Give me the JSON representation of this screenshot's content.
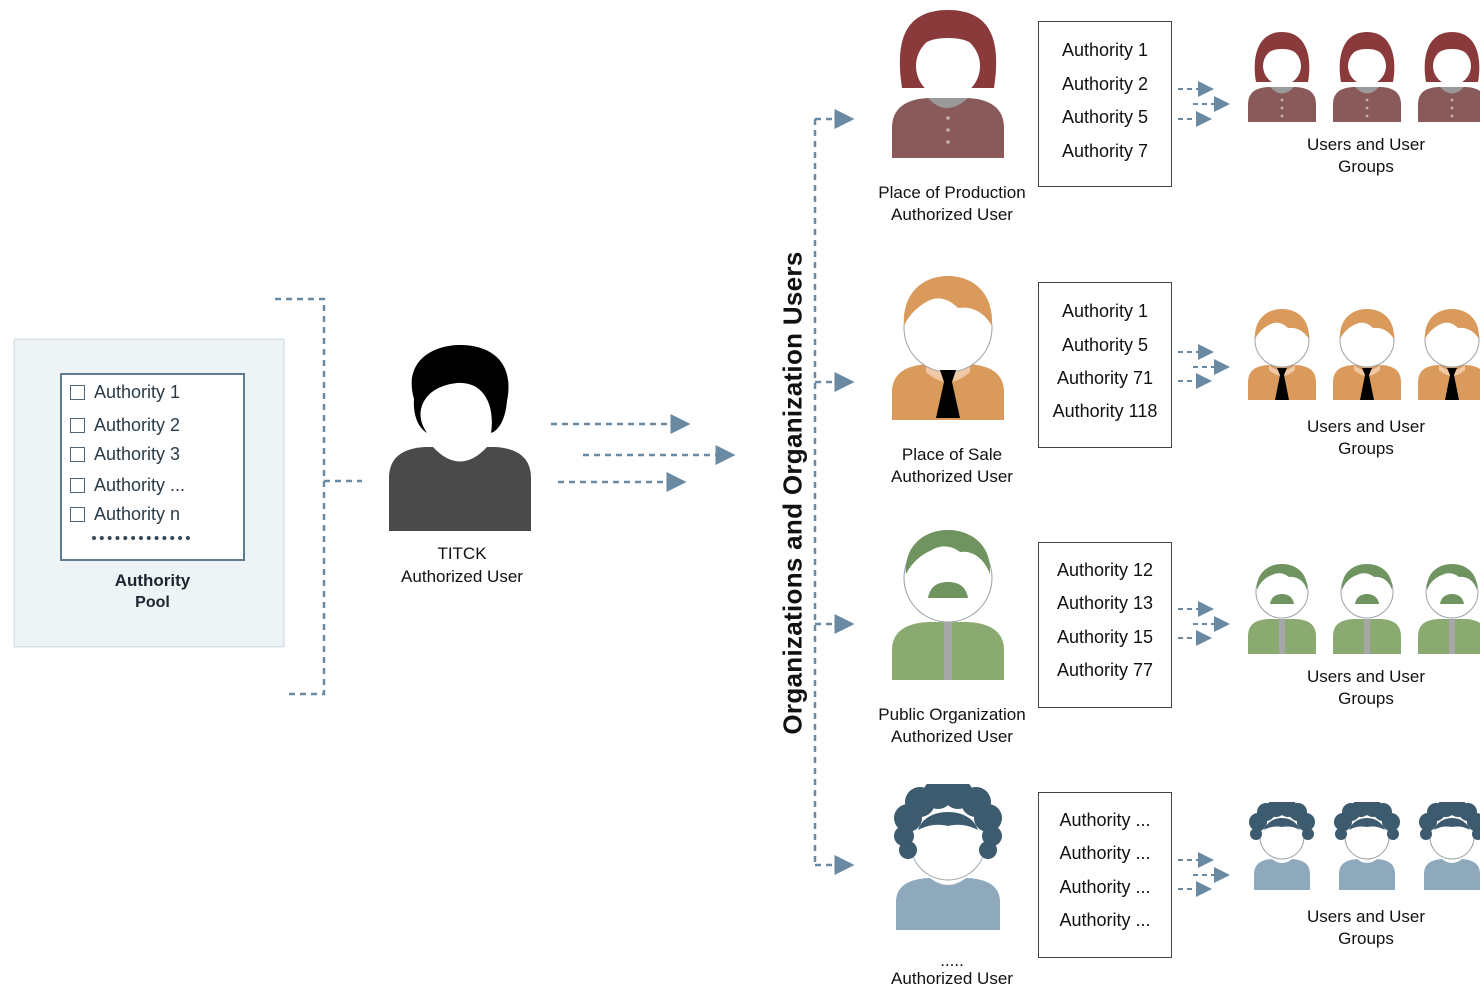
{
  "authority_pool": {
    "items": [
      "Authority 1",
      "Authority 2",
      "Authority 3",
      "Authority ...",
      "Authority n"
    ],
    "title_line1": "Authority",
    "title_line2": "Pool"
  },
  "titck": {
    "line1": "TITCK",
    "line2": "Authorized User"
  },
  "vertical_title": "Organizations and Organization Users",
  "groups": [
    {
      "line1": "Place of Production",
      "line2": "Authorized User",
      "authorities": [
        "Authority 1",
        "Authority 2",
        "Authority 5",
        "Authority 7"
      ],
      "users_line1": "Users and User",
      "users_line2": "Groups",
      "color": "#8a3a3a"
    },
    {
      "line1": "Place of Sale",
      "line2": "Authorized User",
      "authorities": [
        "Authority  1",
        "Authority  5",
        "Authority  71",
        "Authority  118"
      ],
      "users_line1": "Users and User",
      "users_line2": "Groups",
      "color": "#d99a5b"
    },
    {
      "line1": "Public Organization",
      "line2": "Authorized User",
      "authorities": [
        "Authority  12",
        "Authority  13",
        "Authority  15",
        "Authority  77"
      ],
      "users_line1": "Users and User",
      "users_line2": "Groups",
      "color": "#7f9f69"
    },
    {
      "line1": ".....",
      "line2": "Authorized User",
      "authorities": [
        "Authority ...",
        "Authority ...",
        "Authority ...",
        "Authority ..."
      ],
      "users_line1": "Users and User",
      "users_line2": "Groups",
      "color": "#3d5b6e"
    }
  ]
}
